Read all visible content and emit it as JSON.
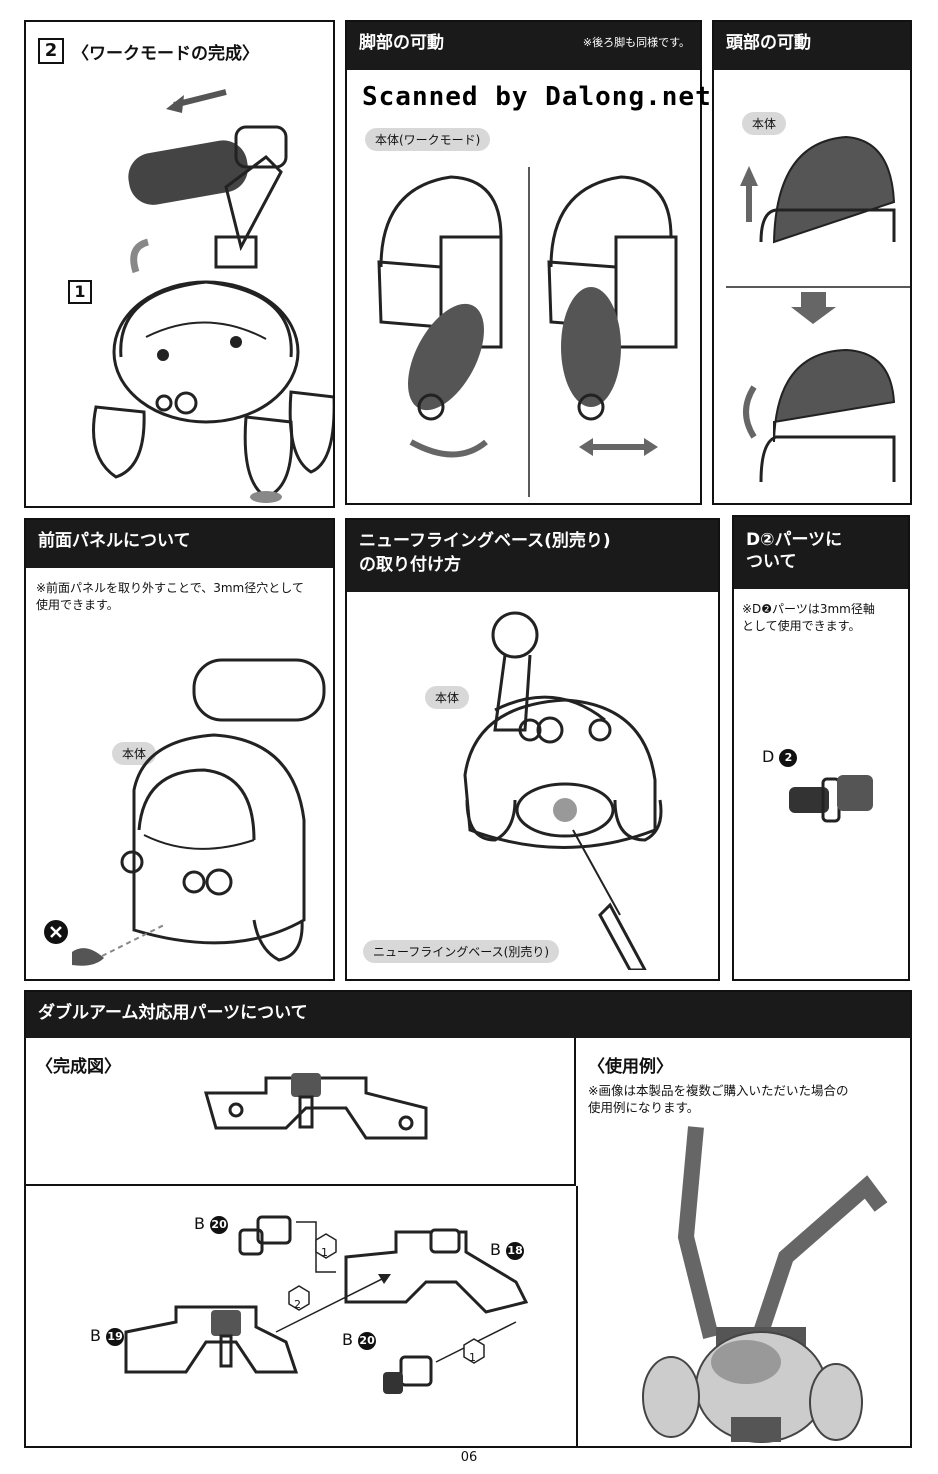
{
  "watermark": "Scanned by Dalong.net",
  "step": {
    "number": "2",
    "title": "〈ワークモードの完成〉",
    "sub_number": "1"
  },
  "leg_panel": {
    "title": "脚部の可動",
    "note": "※後ろ脚も同様です。",
    "pill": "本体(ワークモード)"
  },
  "head_panel": {
    "title": "頭部の可動",
    "pill": "本体"
  },
  "front_panel": {
    "title": "前面パネルについて",
    "note": "※前面パネルを取り外すことで、3mm径穴として\n使用できます。",
    "pill": "本体"
  },
  "flying_base_panel": {
    "title_line1": "ニューフライングベース(別売り)",
    "title_line2": "の取り付け方",
    "pill_body": "本体",
    "pill_base": "ニューフライングベース(別売り)"
  },
  "d2_panel": {
    "title_line1": "D②パーツに",
    "title_line2": "ついて",
    "note": "※D❷パーツは3mm径軸\nとして使用できます。",
    "part_label": "D",
    "part_num": "2"
  },
  "double_arm": {
    "title": "ダブルアーム対応用パーツについて",
    "complete_title": "〈完成図〉",
    "example_title": "〈使用例〉",
    "example_note": "※画像は本製品を複数ご購入いただいた場合の\n使用例になります。",
    "parts": [
      {
        "letter": "B",
        "num": "20"
      },
      {
        "letter": "B",
        "num": "18"
      },
      {
        "letter": "B",
        "num": "19"
      },
      {
        "letter": "B",
        "num": "20"
      }
    ],
    "steps": [
      "1",
      "2",
      "1"
    ]
  },
  "page_number": "06"
}
